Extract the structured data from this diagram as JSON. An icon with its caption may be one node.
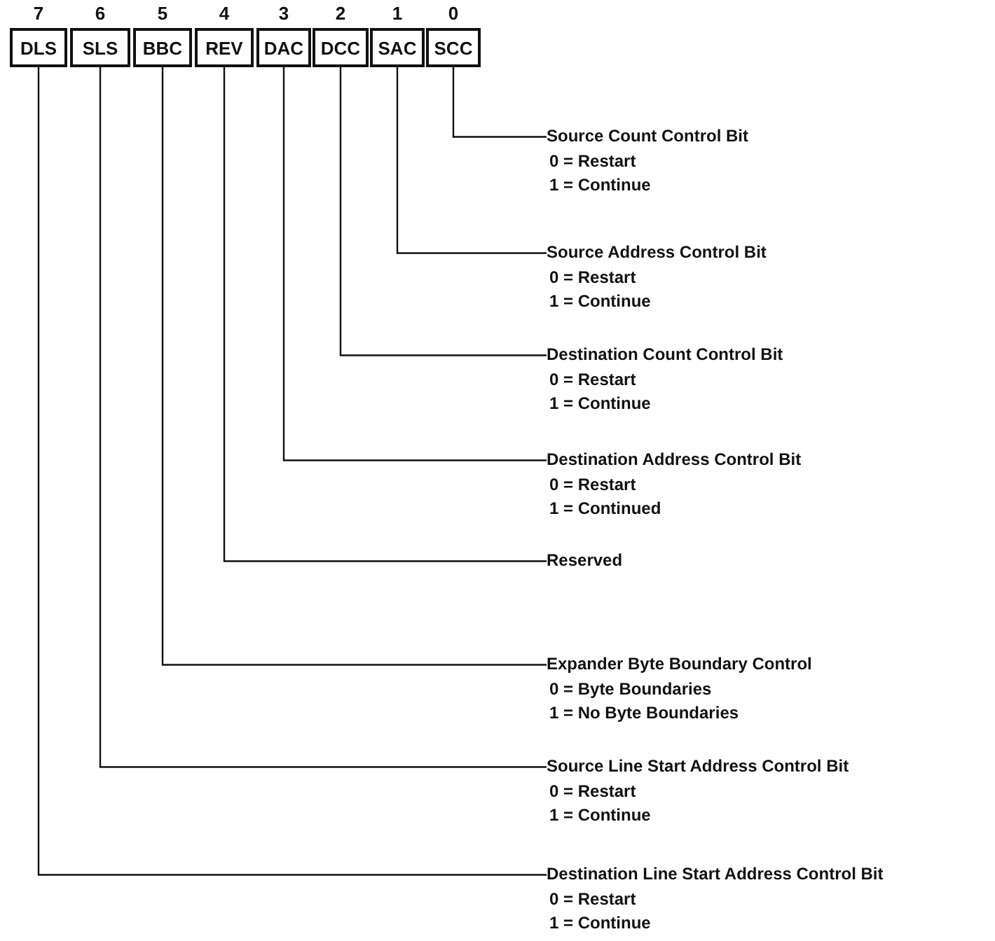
{
  "diagram": {
    "nodes": [
      {
        "text": [
          "DLS"
        ],
        "beside": [
          "7"
        ]
      },
      {
        "text": [
          "SLS"
        ],
        "beside": [
          "6"
        ]
      },
      {
        "text": [
          "BBC"
        ],
        "beside": [
          "5"
        ]
      },
      {
        "text": [
          "REV"
        ],
        "beside": [
          "4"
        ]
      },
      {
        "text": [
          "DAC"
        ],
        "beside": [
          "3"
        ]
      },
      {
        "text": [
          "DCC"
        ],
        "beside": [
          "2"
        ]
      },
      {
        "text": [
          "SAC"
        ],
        "beside": [
          "1"
        ]
      },
      {
        "text": [
          "SCC"
        ],
        "beside": [
          "0"
        ]
      },
      {
        "text": [
          "Source Count Control Bit",
          "0 = Restart",
          "1 = Continue"
        ]
      },
      {
        "text": [
          "Source Address Control Bit",
          "0 = Restart",
          "1 = Continue"
        ]
      },
      {
        "text": [
          "Destination Count Control Bit",
          "0 = Restart",
          "1 = Continue"
        ]
      },
      {
        "text": [
          "Destination Address Control Bit",
          "0 = Restart",
          "1 = Continued"
        ]
      },
      {
        "text": [
          "Reserved"
        ]
      },
      {
        "text": [
          "Expander Byte Boundary Control",
          "0 = Byte Boundaries",
          "1 = No Byte Boundaries"
        ]
      },
      {
        "text": [
          "Source Line Start Address Control Bit",
          "0 = Restart",
          "1 = Continue"
        ]
      },
      {
        "text": [
          "Destination Line Start Address Control Bit",
          "0 = Restart",
          "1 = Continue"
        ]
      }
    ],
    "edges": [
      {
        "from": 7,
        "to": 8,
        "arrow": "none"
      },
      {
        "from": 6,
        "to": 9,
        "arrow": "none"
      },
      {
        "from": 5,
        "to": 10,
        "arrow": "none"
      },
      {
        "from": 4,
        "to": 11,
        "arrow": "none"
      },
      {
        "from": 3,
        "to": 12,
        "arrow": "none"
      },
      {
        "from": 2,
        "to": 13,
        "arrow": "none"
      },
      {
        "from": 1,
        "to": 14,
        "arrow": "none"
      },
      {
        "from": 0,
        "to": 15,
        "arrow": "none"
      }
    ]
  }
}
